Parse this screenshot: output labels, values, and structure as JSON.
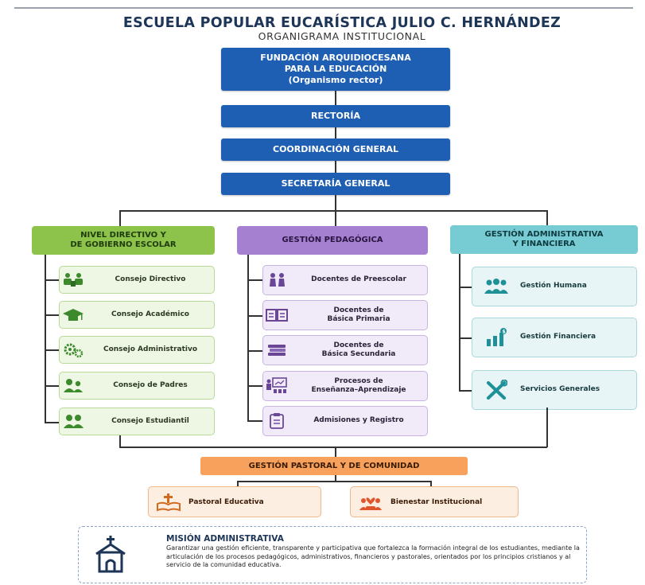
{
  "title": "ESCUELA POPULAR EUCARÍSTICA JULIO C. HERNÁNDEZ",
  "subtitle": "ORGANIGRAMA INSTITUCIONAL",
  "top_chain": {
    "fundacion_line1": "FUNDACIÓN ARQUIDIOCESANA",
    "fundacion_line2": "PARA LA EDUCACIÓN",
    "fundacion_line3": "(Organismo rector)",
    "rectoria": "RECTORÍA",
    "coordinacion": "COORDINACIÓN GENERAL",
    "secretaria": "SECRETARÍA GENERAL"
  },
  "columns": {
    "directivo": {
      "head_line1": "NIVEL DIRECTIVO Y",
      "head_line2": "DE GOBIERNO ESCOLAR",
      "items": [
        {
          "label": "Consejo Directivo",
          "icon": "meeting-icon"
        },
        {
          "label": "Consejo Académico",
          "icon": "graduation-cap-icon"
        },
        {
          "label": "Consejo Administrativo",
          "icon": "gears-icon"
        },
        {
          "label": "Consejo de Padres",
          "icon": "parents-icon"
        },
        {
          "label": "Consejo Estudiantil",
          "icon": "students-icon"
        }
      ]
    },
    "pedagogica": {
      "head": "GESTIÓN PEDAGÓGICA",
      "items": [
        {
          "line1": "Docentes de Preescolar",
          "line2": "",
          "icon": "children-icon"
        },
        {
          "line1": "Docentes de",
          "line2": "Básica Primaria",
          "icon": "open-book-icon"
        },
        {
          "line1": "Docentes de",
          "line2": "Básica Secundaria",
          "icon": "books-stack-icon"
        },
        {
          "line1": "Procesos de",
          "line2": "Enseñanza–Aprendizaje",
          "icon": "teacher-board-icon"
        },
        {
          "line1": "Admisiones y Registro",
          "line2": "",
          "icon": "clipboard-icon"
        }
      ]
    },
    "administrativa": {
      "head_line1": "GESTIÓN ADMINISTRATIVA",
      "head_line2": "Y FINANCIERA",
      "items": [
        {
          "label": "Gestión Humana",
          "icon": "people-group-icon"
        },
        {
          "label": "Gestión Financiera",
          "icon": "finance-chart-icon"
        },
        {
          "label": "Servicios Generales",
          "icon": "tools-icon"
        }
      ]
    }
  },
  "pastoral": {
    "head": "GESTIÓN PASTORAL Y DE COMUNIDAD",
    "items": [
      {
        "label": "Pastoral Educativa",
        "icon": "bible-cross-icon"
      },
      {
        "label": "Bienestar Institucional",
        "icon": "wellbeing-icon"
      }
    ]
  },
  "mision": {
    "title": "MISIÓN ADMINISTRATIVA",
    "text": "Garantizar una gestión eficiente, transparente y participativa que fortalezca la formación integral de los estudiantes, mediante la articulación de los procesos pedagógicos, administrativos, financieros y pastorales, orientados por los principios cristianos y al servicio de la comunidad educativa.",
    "icon": "church-icon"
  },
  "colors": {
    "blue": "#1f5fb3",
    "green": "#8dc34a",
    "purple": "#a57fd0",
    "teal": "#77cbd2",
    "orange": "#f7a15c"
  }
}
